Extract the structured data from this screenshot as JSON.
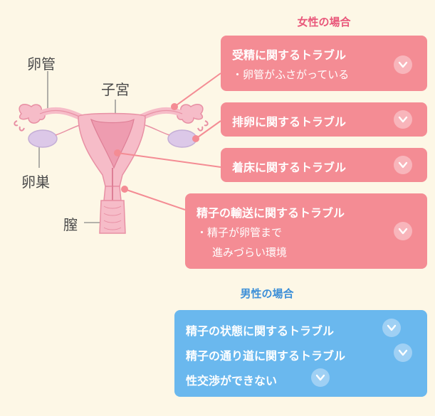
{
  "anatomy_labels": {
    "oviduct": "卵管",
    "uterus": "子宮",
    "ovary": "卵巣",
    "vagina": "膣"
  },
  "female": {
    "title": "女性の場合",
    "title_color": "#e9577a",
    "cards": [
      {
        "title": "受精に関するトラブル",
        "lines": [
          "・卵管がふさがっている"
        ]
      },
      {
        "title": "排卵に関するトラブル",
        "lines": []
      },
      {
        "title": "着床に関するトラブル",
        "lines": []
      },
      {
        "title": "精子の輸送に関するトラブル",
        "lines": [
          "・精子が卵管まで",
          "進みづらい環境"
        ]
      }
    ]
  },
  "male": {
    "title": "男性の場合",
    "title_color": "#3c8fd8",
    "items": [
      {
        "title": "精子の状態に関するトラブル"
      },
      {
        "title": "精子の通り道に関するトラブル"
      },
      {
        "title": "性交渉ができない"
      }
    ]
  },
  "colors": {
    "background": "#fdf7e6",
    "pink_card": "#f48c94",
    "blue_card": "#6ab8ee"
  }
}
